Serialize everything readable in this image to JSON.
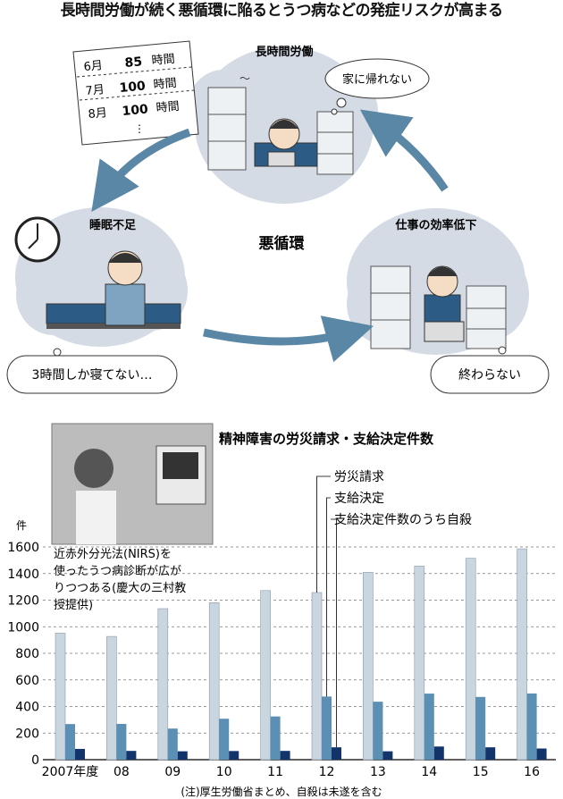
{
  "headline": "長時間労働が続く悪循環に陥るとうつ病などの発症リスクが高まる",
  "cycle": {
    "center_label": "悪循環",
    "top": {
      "title": "長時間労働",
      "bubble": "家に帰れない"
    },
    "left": {
      "title": "睡眠不足",
      "bubble": "3時間しか寝てない…"
    },
    "right": {
      "title": "仕事の効率低下",
      "bubble": "終わらない"
    },
    "memo": {
      "rows": [
        {
          "month": "6月",
          "hours": "85",
          "unit": "時間"
        },
        {
          "month": "7月",
          "hours": "100",
          "unit": "時間"
        },
        {
          "month": "8月",
          "hours": "100",
          "unit": "時間"
        }
      ],
      "more": "⋮"
    }
  },
  "photo_caption": [
    "近赤外分光法(NIRS)を",
    "使ったうつ病診断が広が",
    "りつつある(慶大の三村教",
    "授提供)"
  ],
  "chart_data": {
    "type": "bar",
    "title": "精神障害の労災請求・支給決定件数",
    "ylabel": "件",
    "ylim": [
      0,
      1600
    ],
    "yticks": [
      0,
      200,
      400,
      600,
      800,
      1000,
      1200,
      1400,
      1600
    ],
    "categories": [
      "2007年度",
      "08",
      "09",
      "10",
      "11",
      "12",
      "13",
      "14",
      "15",
      "16"
    ],
    "series": [
      {
        "name": "労災請求",
        "color": "#c9d6e0",
        "values": [
          952,
          927,
          1136,
          1181,
          1272,
          1257,
          1409,
          1456,
          1515,
          1586
        ]
      },
      {
        "name": "支給決定",
        "color": "#5b8fb4",
        "values": [
          268,
          269,
          234,
          308,
          325,
          475,
          436,
          497,
          472,
          498
        ]
      },
      {
        "name": "支給決定件数のうち自殺",
        "color": "#13346a",
        "values": [
          81,
          66,
          63,
          65,
          66,
          93,
          63,
          99,
          93,
          84
        ]
      }
    ],
    "legend_position": "top-right",
    "note": "(注)厚生労働省まとめ、自殺は未遂を含む"
  }
}
